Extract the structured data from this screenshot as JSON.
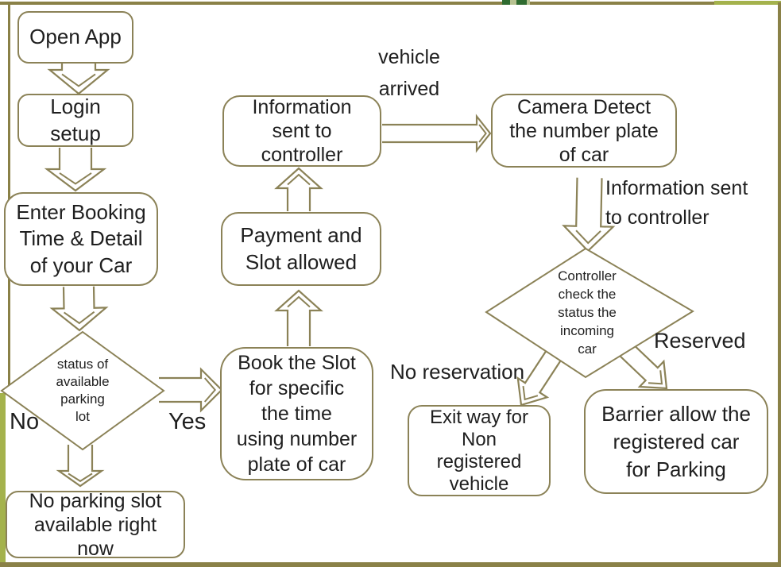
{
  "colors": {
    "shape_border": "#8b8257",
    "frame_olive": "#8a8147",
    "frame_yellow_green": "#a4b24c",
    "title_remnant_green": "#2f6b30",
    "text": "#1f1f1f",
    "background": "#ffffff"
  },
  "nodes": {
    "open_app": "Open App",
    "login": "Login\nsetup",
    "enter_booking": "Enter Booking\nTime & Detail\nof your Car",
    "no_parking": "No parking slot\navailable right\nnow",
    "book_slot": "Book the Slot\nfor specific\nthe time\nusing number\nplate of car",
    "payment": "Payment and\nSlot allowed",
    "info_controller": "Information\nsent to\ncontroller",
    "camera_detect": "Camera Detect\nthe number plate\nof car",
    "exit_way": "Exit way for\nNon\nregistered\nvehicle",
    "barrier": "Barrier allow the\nregistered car\nfor Parking"
  },
  "decisions": {
    "parking_status": "status of\navailable\nparking\nlot",
    "controller_check": "Controller\ncheck the\nstatus the\nincoming\ncar"
  },
  "edge_labels": {
    "no": "No",
    "yes": "Yes",
    "vehicle_arrived": "vehicle\narrived",
    "info_sent": "Information sent\nto controller",
    "no_reservation": "No reservation",
    "reserved": "Reserved"
  }
}
